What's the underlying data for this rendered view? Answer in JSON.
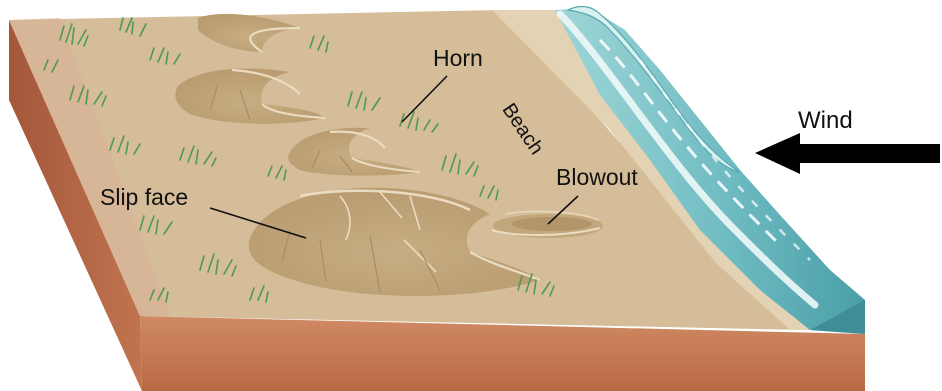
{
  "labels": {
    "horn": "Horn",
    "beach": "Beach",
    "wind": "Wind",
    "blowout": "Blowout",
    "slip_face": "Slip face"
  },
  "icons": {
    "wind_arrow": "arrow-left-icon"
  },
  "colors": {
    "sand": "#d3bd97",
    "sand_light": "#dccaa8",
    "beach": "#e1cfae",
    "block_side": "#c97d58",
    "block_side_dark": "#9c5233",
    "water": "#7bc3c9",
    "water_deep": "#4fa3ab",
    "foam": "#e8f5f4",
    "grass": "#4f9a4f",
    "arrow": "#000000",
    "text": "#111111"
  }
}
